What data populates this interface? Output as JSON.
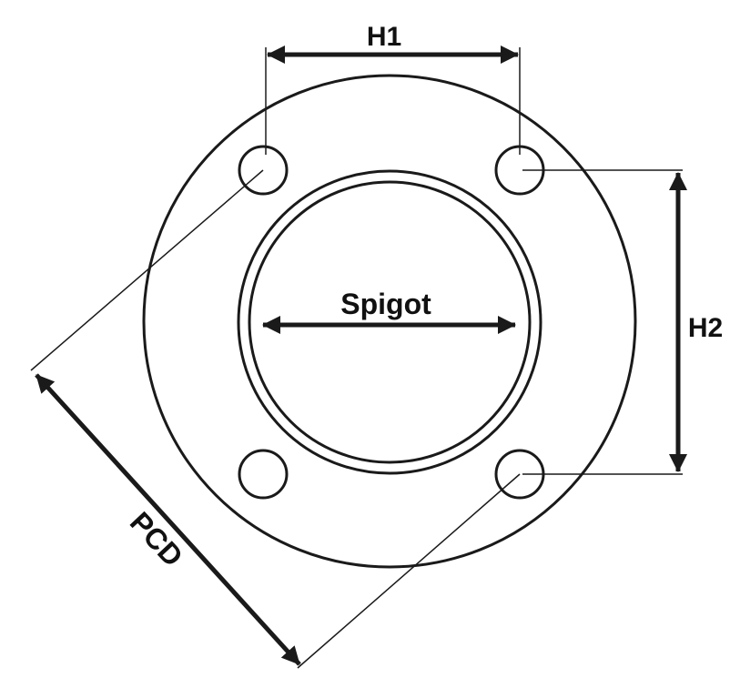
{
  "labels": {
    "h1": "H1",
    "h2": "H2",
    "spigot": "Spigot",
    "pcd": "PCD"
  },
  "colors": {
    "stroke": "#1a1a1a",
    "background": "#ffffff"
  }
}
